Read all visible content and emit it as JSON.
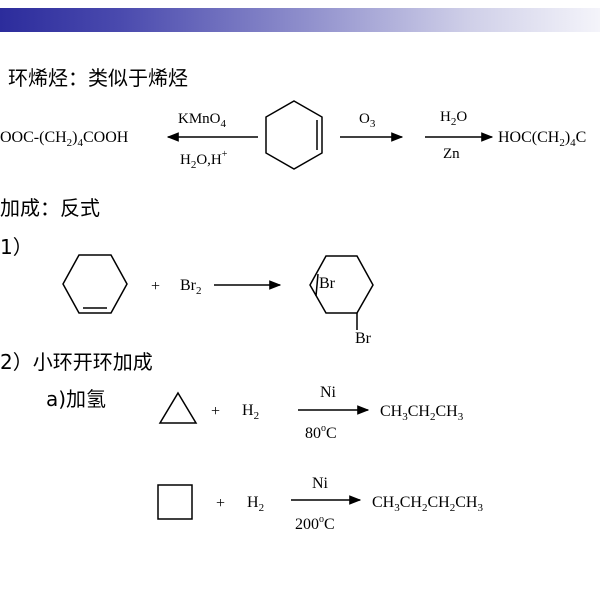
{
  "heading_cycloalkene": "环烯烃：类似于烯烃",
  "heading_addition": "加成：反式",
  "item1_label": "1）",
  "item2_label": "2）小环开环加成",
  "subitem_a": "a)加氢",
  "r1": {
    "product_left": {
      "a": "OOC-(CH",
      "sub": "2",
      "b": ")",
      "sub2": "4",
      "c": "COOH"
    },
    "reagent_top": {
      "a": "KMnO",
      "sub": "4"
    },
    "reagent_bottom": {
      "a": "H",
      "sub": "2",
      "b": "O,H",
      "sup": "+"
    },
    "ozone": {
      "a": "O",
      "sub": "3"
    },
    "water": {
      "a": "H",
      "sub": "2",
      "b": "O"
    },
    "zinc": "Zn",
    "product_right": {
      "a": "HOC(CH",
      "sub": "2",
      "b": ")",
      "sub2": "4",
      "c": "C"
    }
  },
  "r2": {
    "plus": "+",
    "bromine": {
      "a": "Br",
      "sub": "2"
    },
    "br_top": "Br",
    "br_bottom": "Br"
  },
  "r3": {
    "plus": "+",
    "hydrogen": {
      "a": "H",
      "sub": "2"
    },
    "catalyst": "Ni",
    "temperature": {
      "a": "80",
      "sup": "o",
      "b": "C"
    },
    "product": {
      "a": "CH",
      "s1": "3",
      "b": "CH",
      "s2": "2",
      "c": "CH",
      "s3": "3"
    }
  },
  "r4": {
    "plus": "+",
    "hydrogen": {
      "a": "H",
      "sub": "2"
    },
    "catalyst": "Ni",
    "temperature": {
      "a": "200",
      "sup": "o",
      "b": "C"
    },
    "product": {
      "a": "CH",
      "s1": "3",
      "b": "CH",
      "s2": "2",
      "c": "CH",
      "s3": "2",
      "d": "CH",
      "s4": "3"
    }
  }
}
